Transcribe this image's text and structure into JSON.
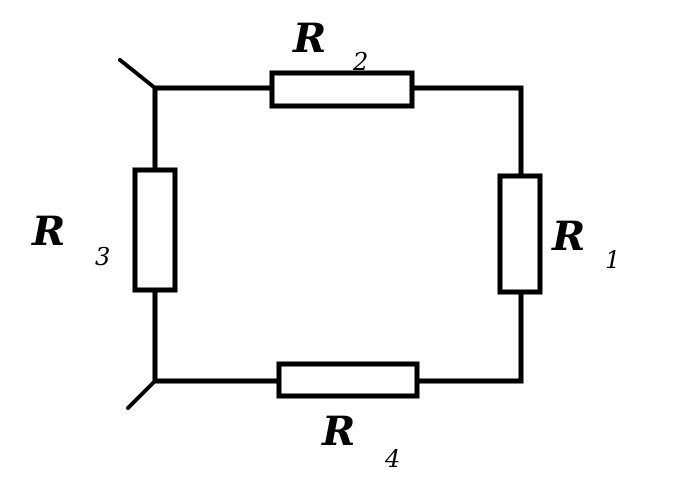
{
  "circuit": {
    "resistors": {
      "r1": {
        "symbol": "R",
        "index": "1"
      },
      "r2": {
        "symbol": "R",
        "index": "2"
      },
      "r3": {
        "symbol": "R",
        "index": "3"
      },
      "r4": {
        "symbol": "R",
        "index": "4"
      }
    }
  }
}
